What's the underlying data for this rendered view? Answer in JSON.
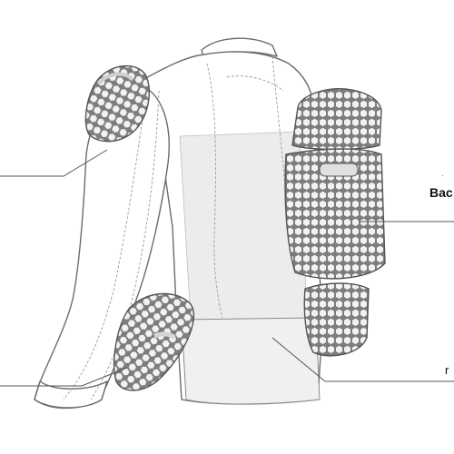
{
  "labels": {
    "back_protector": "Bac",
    "elbow_right": "r",
    "small_dot": "·"
  },
  "colors": {
    "line": "#555555",
    "outline": "#6b6b6b",
    "panel_fill": "#ececec",
    "pad_fill": "#7a7a7a",
    "pad_hex": "#f3f3f3",
    "back": "#ffffff"
  },
  "icons": [
    "jacket-illustration",
    "shoulder-pad",
    "back-protector",
    "elbow-pad",
    "leader-line"
  ]
}
